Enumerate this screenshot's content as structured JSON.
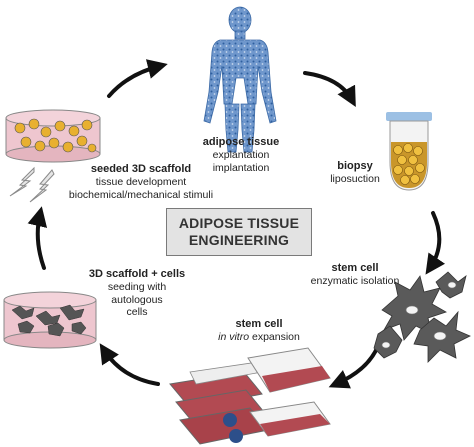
{
  "title": {
    "line1": "ADIPOSE TISSUE",
    "line2": "ENGINEERING"
  },
  "steps": [
    {
      "id": "adipose",
      "title": "adipose tissue",
      "lines": [
        "explantation",
        "implantation"
      ]
    },
    {
      "id": "biopsy",
      "title": "biopsy",
      "lines": [
        "liposuction"
      ]
    },
    {
      "id": "stemcell-isolation",
      "title": "stem cell",
      "lines": [
        "enzymatic isolation"
      ]
    },
    {
      "id": "stemcell-expansion",
      "title": "stem cell",
      "italic": "in vitro",
      "rest": " expansion"
    },
    {
      "id": "scaffold-cells",
      "title": "3D scaffold + cells",
      "lines": [
        "seeding with",
        "autologous",
        "cells"
      ]
    },
    {
      "id": "seeded-scaffold",
      "title": "seeded 3D scaffold",
      "lines": [
        "tissue development",
        "biochemical/mechanical stimuli"
      ]
    }
  ],
  "colors": {
    "body": "#4a78b5",
    "tissue": "#e9b9c2",
    "cell": "#555555",
    "fat": "#e0a020",
    "flask_liquid": "#b24a52",
    "arrow": "#111111"
  }
}
